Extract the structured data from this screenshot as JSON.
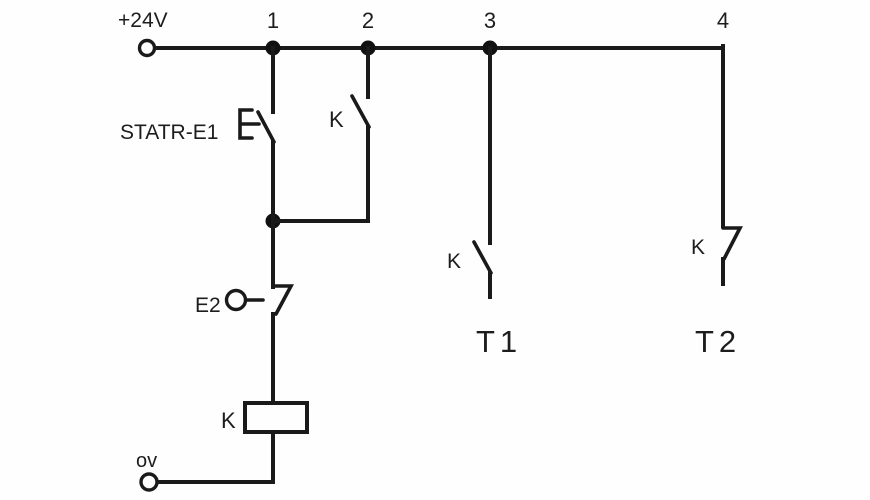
{
  "circuit": {
    "supply_label": "+24V",
    "ground_label": "ov",
    "nodes": [
      "1",
      "2",
      "3",
      "4"
    ],
    "start_switch": {
      "label": "STATR-E1"
    },
    "seal_in_contact": {
      "label": "K"
    },
    "stop_switch": {
      "label": "E2"
    },
    "relay_coil": {
      "label": "K"
    },
    "t1_contact": {
      "label": "K"
    },
    "t2_contact": {
      "label": "K"
    },
    "output_t1": {
      "label": "T1"
    },
    "output_t2": {
      "label": "T2"
    }
  }
}
